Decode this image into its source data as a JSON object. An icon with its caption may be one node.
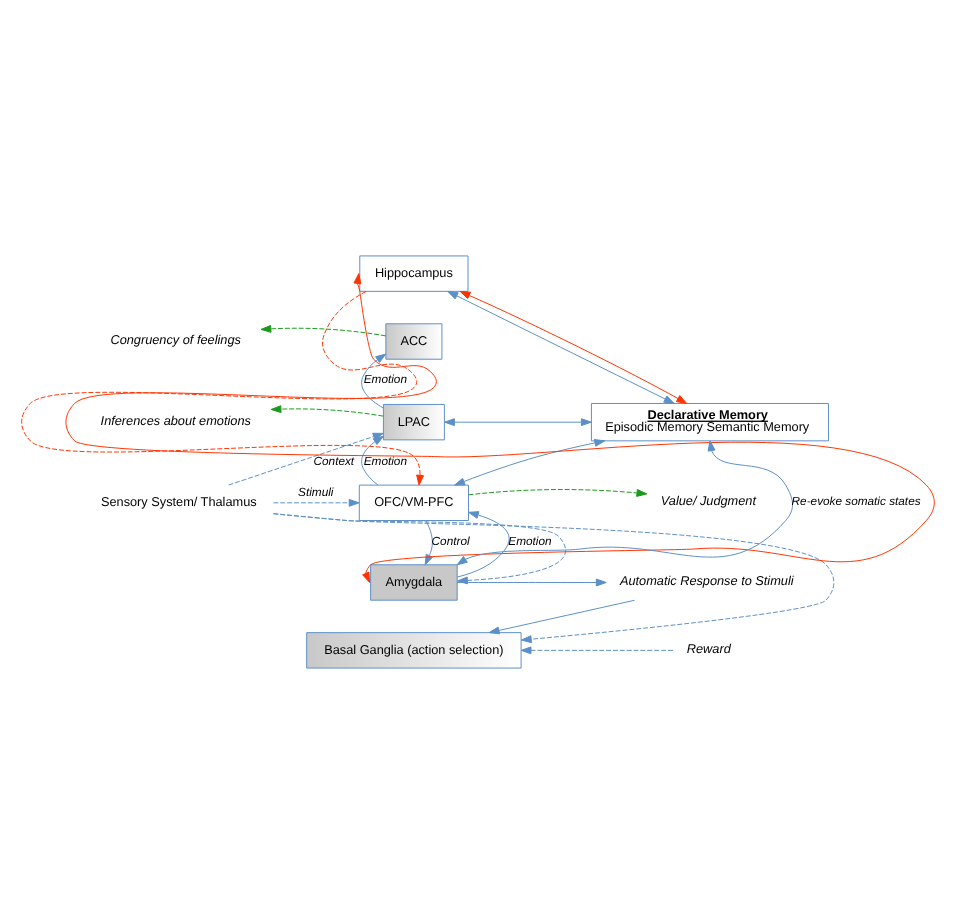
{
  "diagram": {
    "nodes": [
      {
        "text": [
          "Hippocampus"
        ]
      },
      {
        "text": [
          "Congruency of feelings"
        ]
      },
      {
        "text": [
          "ACC"
        ]
      },
      {
        "text": [
          "Declarative Memory",
          "Episodic Memory Semantic Memory"
        ]
      },
      {
        "text": [
          "Inferences about emotions"
        ]
      },
      {
        "text": [
          "LPAC"
        ]
      },
      {
        "text": [
          "Sensory System/ Thalamus"
        ]
      },
      {
        "text": [
          "OFC/VM-PFC"
        ]
      },
      {
        "text": [
          "Value/ Judgment"
        ]
      },
      {
        "text": [
          "Amygdala"
        ]
      },
      {
        "text": [
          "Automatic Response to Stimuli"
        ]
      },
      {
        "text": [
          "Basal Ganglia (action selection)"
        ]
      },
      {
        "text": [
          "Reward"
        ]
      }
    ],
    "edges": [
      {
        "from": 3,
        "to": 0,
        "arrow": "both"
      },
      {
        "from": 9,
        "to": 0,
        "arrow": "both",
        "color": "#ff3300"
      },
      {
        "from": 0,
        "to": 3,
        "arrow": "both",
        "color": "#ff3300"
      },
      {
        "from": 0,
        "to": 7,
        "arrow": "to",
        "color": "#ff3300",
        "style": "dashed"
      },
      {
        "from": 2,
        "to": 1,
        "arrow": "to",
        "color": "#1a9a1a",
        "style": "dashed"
      },
      {
        "from": 5,
        "to": 4,
        "arrow": "to",
        "color": "#1a9a1a",
        "style": "dashed"
      },
      {
        "from": 7,
        "to": 8,
        "arrow": "to",
        "color": "#1a9a1a",
        "style": "dashed"
      },
      {
        "from": 5,
        "to": 2,
        "arrow": "to",
        "label": "Emotion"
      },
      {
        "from": 7,
        "to": 5,
        "arrow": "to",
        "label": "Emotion"
      },
      {
        "from": 9,
        "to": 7,
        "arrow": "to",
        "label": "Emotion"
      },
      {
        "from": 7,
        "to": 9,
        "arrow": "to",
        "label": "Control"
      },
      {
        "from": 5,
        "to": 3,
        "arrow": "both"
      },
      {
        "from": 7,
        "to": 3,
        "arrow": "both"
      },
      {
        "from": 9,
        "to": 3,
        "arrow": "both",
        "label": "Re-evoke somatic states"
      },
      {
        "from": 9,
        "to": 10,
        "arrow": "to"
      },
      {
        "from": 10,
        "to": 11,
        "arrow": "to"
      },
      {
        "from": 6,
        "to": 5,
        "arrow": "to",
        "style": "dashed",
        "label": "Context"
      },
      {
        "from": 6,
        "to": 7,
        "arrow": "to",
        "style": "dashed",
        "label": "Stimuli"
      },
      {
        "from": 6,
        "to": 9,
        "arrow": "to",
        "style": "dashed"
      },
      {
        "from": 6,
        "to": 11,
        "arrow": "to",
        "style": "dashed"
      },
      {
        "from": 12,
        "to": 11,
        "arrow": "to",
        "style": "dashed"
      }
    ]
  }
}
